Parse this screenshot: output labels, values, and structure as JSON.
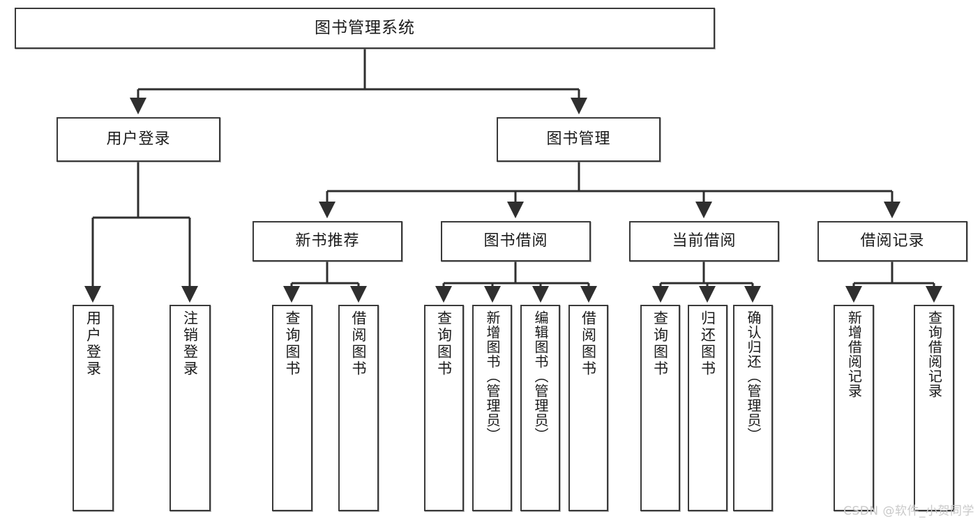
{
  "diagram": {
    "title": "图书管理系统",
    "type": "tree-hierarchy-diagram",
    "colors": {
      "stroke": "#3a3a3a",
      "fill": "#ffffff",
      "text": "#1a1a1a",
      "watermark": "#c9c9c9"
    },
    "root": {
      "label": "图书管理系统"
    },
    "level2": [
      {
        "label": "用户登录"
      },
      {
        "label": "图书管理"
      }
    ],
    "level3": [
      {
        "label": "新书推荐"
      },
      {
        "label": "图书借阅"
      },
      {
        "label": "当前借阅"
      },
      {
        "label": "借阅记录"
      }
    ],
    "leaves": {
      "user_login": [
        {
          "label": "用户登录"
        },
        {
          "label": "注销登录"
        }
      ],
      "new_book_recommend": [
        {
          "label": "查询图书"
        },
        {
          "label": "借阅图书"
        }
      ],
      "book_borrow": [
        {
          "label": "查询图书"
        },
        {
          "label": "新增图书（管理员）"
        },
        {
          "label": "编辑图书（管理员）"
        },
        {
          "label": "借阅图书"
        }
      ],
      "current_borrow": [
        {
          "label": "查询图书"
        },
        {
          "label": "归还图书"
        },
        {
          "label": "确认归还（管理员）"
        }
      ],
      "borrow_record": [
        {
          "label": "新增借阅记录"
        },
        {
          "label": "查询借阅记录"
        }
      ]
    }
  },
  "watermark": {
    "text": "CSDN @软件_小贺同学"
  }
}
